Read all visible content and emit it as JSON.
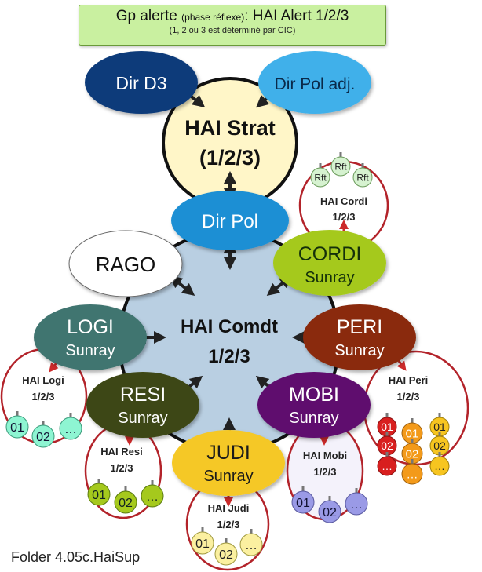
{
  "header": {
    "title_prefix": "Gp alerte",
    "title_phase": "(phase réflexe)",
    "title_colon": ":",
    "title_main": "HAI Alert 1/2/3",
    "subtitle": "(1, 2 ou 3 est déterminé par CIC)"
  },
  "footer": "Folder 4.05c.HaiSup",
  "nodes": {
    "dir_d3": "Dir D3",
    "dir_pol_adj": "Dir Pol adj.",
    "hai_strat_1": "HAI Strat",
    "hai_strat_2": "(1/2/3)",
    "dir_pol": "Dir Pol",
    "rago": "RAGO",
    "hai_comdt_1": "HAI Comdt",
    "hai_comdt_2": "1/2/3",
    "cordi": "CORDI",
    "logi": "LOGI",
    "peri": "PERI",
    "resi": "RESI",
    "mobi": "MOBI",
    "judi": "JUDI",
    "sunray": "Sunray"
  },
  "subgroups": {
    "cordi": {
      "l1": "HAI  Cordi",
      "l2": "1/2/3",
      "items": [
        "Rft",
        "Rft",
        "Rft"
      ]
    },
    "logi": {
      "l1": "HAI  Logi",
      "l2": "1/2/3",
      "items": [
        "01",
        "02",
        "…"
      ]
    },
    "peri": {
      "l1": "HAI  Peri",
      "l2": "1/2/3",
      "items_red": [
        "01",
        "02",
        "…"
      ],
      "items_orange": [
        "01",
        "02",
        "…"
      ],
      "items_yellow": [
        "01",
        "02",
        "…"
      ]
    },
    "resi": {
      "l1": "HAI  Resi",
      "l2": "1/2/3",
      "items": [
        "01",
        "02",
        "…"
      ]
    },
    "mobi": {
      "l1": "HAI  Mobi",
      "l2": "1/2/3",
      "items": [
        "01",
        "02",
        "…"
      ]
    },
    "judi": {
      "l1": "HAI  Judi",
      "l2": "1/2/3",
      "items": [
        "01",
        "02",
        "…"
      ]
    }
  }
}
